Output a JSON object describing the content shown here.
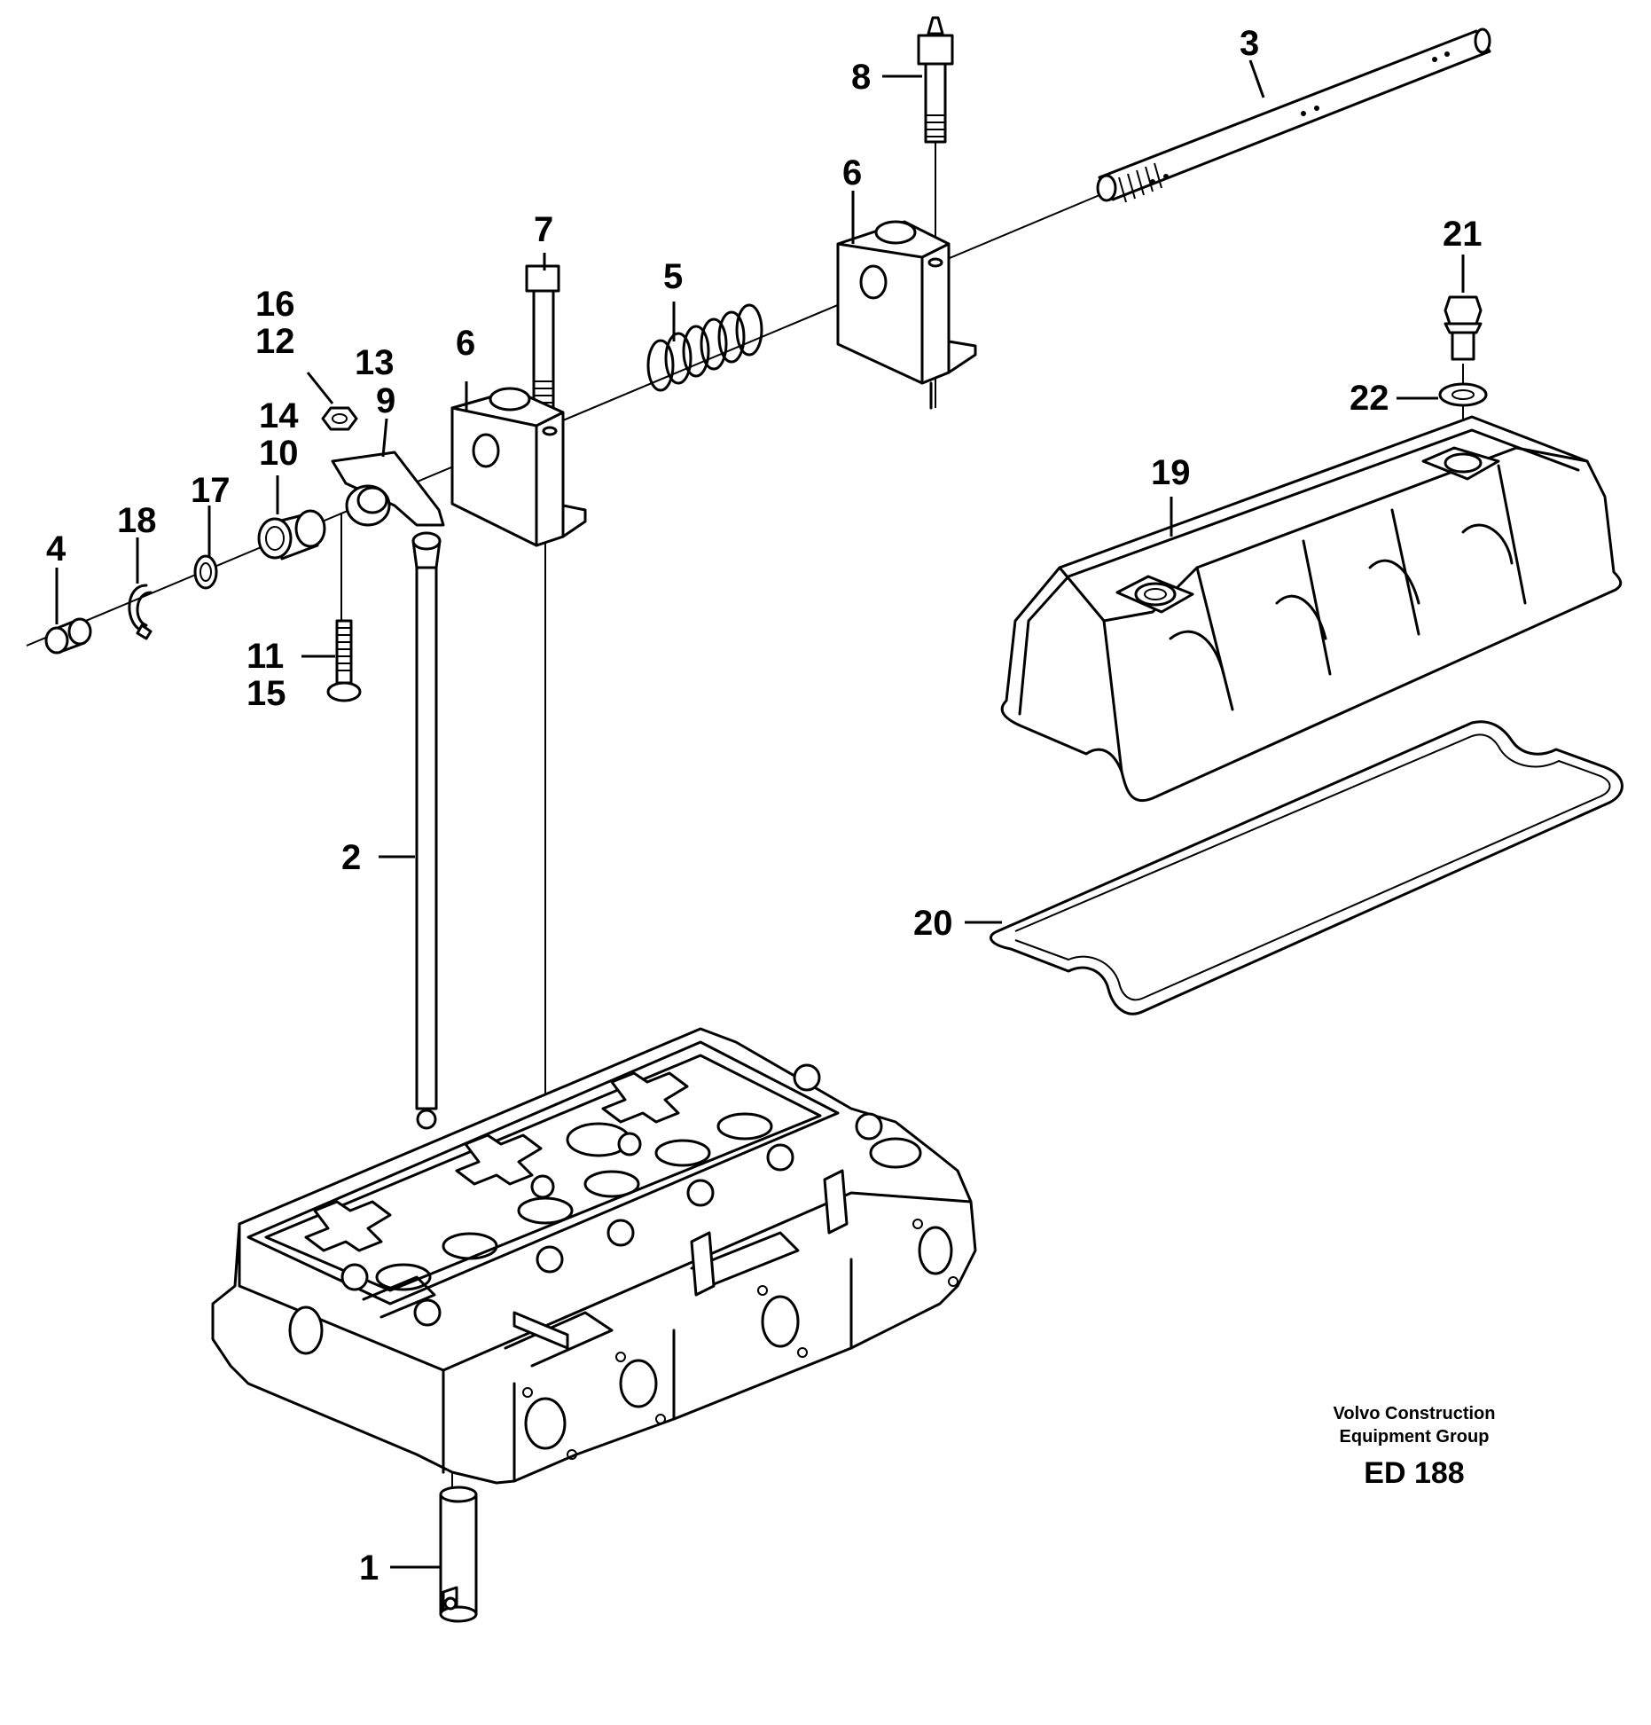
{
  "callouts": {
    "c1": "1",
    "c2": "2",
    "c3": "3",
    "c4": "4",
    "c5": "5",
    "c6a": "6",
    "c6b": "6",
    "c7": "7",
    "c8": "8",
    "c9": "9",
    "c10": "10",
    "c11": "11",
    "c12": "12",
    "c13": "13",
    "c14": "14",
    "c15": "15",
    "c16": "16",
    "c17": "17",
    "c18": "18",
    "c19": "19",
    "c20": "20",
    "c21": "21",
    "c22": "22"
  },
  "footer": {
    "brand_line1": "Volvo Construction",
    "brand_line2": "Equipment Group",
    "code": "ED 188"
  }
}
